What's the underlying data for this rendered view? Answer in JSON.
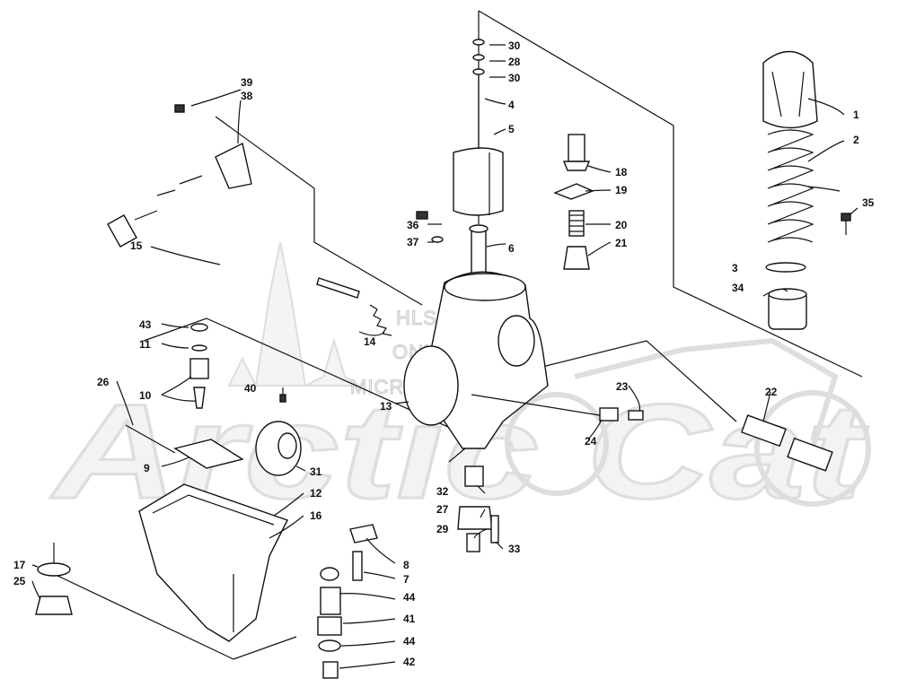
{
  "watermark": {
    "brand": "Arctic Cat",
    "line1": "HLSM'S",
    "line2": "ONLINE",
    "line3": "MICROFICHE"
  },
  "callouts": [
    {
      "id": "c1",
      "label": "1"
    },
    {
      "id": "c2",
      "label": "2"
    },
    {
      "id": "c3",
      "label": "3"
    },
    {
      "id": "c4",
      "label": "4"
    },
    {
      "id": "c5",
      "label": "5"
    },
    {
      "id": "c6",
      "label": "6"
    },
    {
      "id": "c7",
      "label": "7"
    },
    {
      "id": "c8",
      "label": "8"
    },
    {
      "id": "c9",
      "label": "9"
    },
    {
      "id": "c10",
      "label": "10"
    },
    {
      "id": "c11",
      "label": "11"
    },
    {
      "id": "c12",
      "label": "12"
    },
    {
      "id": "c13",
      "label": "13"
    },
    {
      "id": "c14",
      "label": "14"
    },
    {
      "id": "c15",
      "label": "15"
    },
    {
      "id": "c16",
      "label": "16"
    },
    {
      "id": "c17",
      "label": "17"
    },
    {
      "id": "c18",
      "label": "18"
    },
    {
      "id": "c19",
      "label": "19"
    },
    {
      "id": "c20",
      "label": "20"
    },
    {
      "id": "c21",
      "label": "21"
    },
    {
      "id": "c22",
      "label": "22"
    },
    {
      "id": "c23",
      "label": "23"
    },
    {
      "id": "c24",
      "label": "24"
    },
    {
      "id": "c25",
      "label": "25"
    },
    {
      "id": "c26",
      "label": "26"
    },
    {
      "id": "c27",
      "label": "27"
    },
    {
      "id": "c28",
      "label": "28"
    },
    {
      "id": "c29",
      "label": "29"
    },
    {
      "id": "c30a",
      "label": "30"
    },
    {
      "id": "c30b",
      "label": "30"
    },
    {
      "id": "c31",
      "label": "31"
    },
    {
      "id": "c32",
      "label": "32"
    },
    {
      "id": "c33",
      "label": "33"
    },
    {
      "id": "c34",
      "label": "34"
    },
    {
      "id": "c35",
      "label": "35"
    },
    {
      "id": "c36",
      "label": "36"
    },
    {
      "id": "c37",
      "label": "37"
    },
    {
      "id": "c38",
      "label": "38"
    },
    {
      "id": "c39",
      "label": "39"
    },
    {
      "id": "c40",
      "label": "40"
    },
    {
      "id": "c41",
      "label": "41"
    },
    {
      "id": "c42",
      "label": "42"
    },
    {
      "id": "c43",
      "label": "43"
    },
    {
      "id": "c44a",
      "label": "44"
    },
    {
      "id": "c44b",
      "label": "44"
    }
  ]
}
